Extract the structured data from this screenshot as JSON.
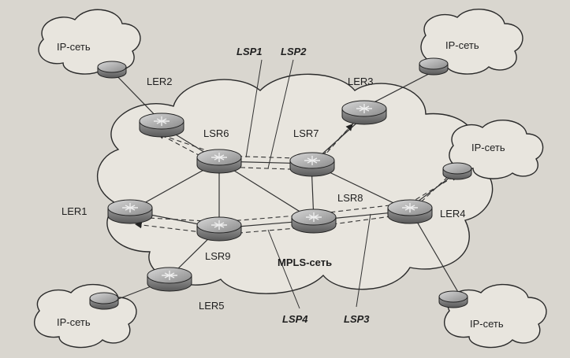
{
  "diagram": {
    "mpls_label": "MPLS-сеть",
    "ip_networks": [
      "IP-сеть",
      "IP-сеть",
      "IP-сеть",
      "IP-сеть",
      "IP-сеть"
    ],
    "routers": {
      "ler1": "LER1",
      "ler2": "LER2",
      "ler3": "LER3",
      "ler4": "LER4",
      "ler5": "LER5",
      "lsr6": "LSR6",
      "lsr7": "LSR7",
      "lsr8": "LSR8",
      "lsr9": "LSR9"
    },
    "lsp_labels": {
      "lsp1": "LSP1",
      "lsp2": "LSP2",
      "lsp3": "LSP3",
      "lsp4": "LSP4"
    }
  }
}
